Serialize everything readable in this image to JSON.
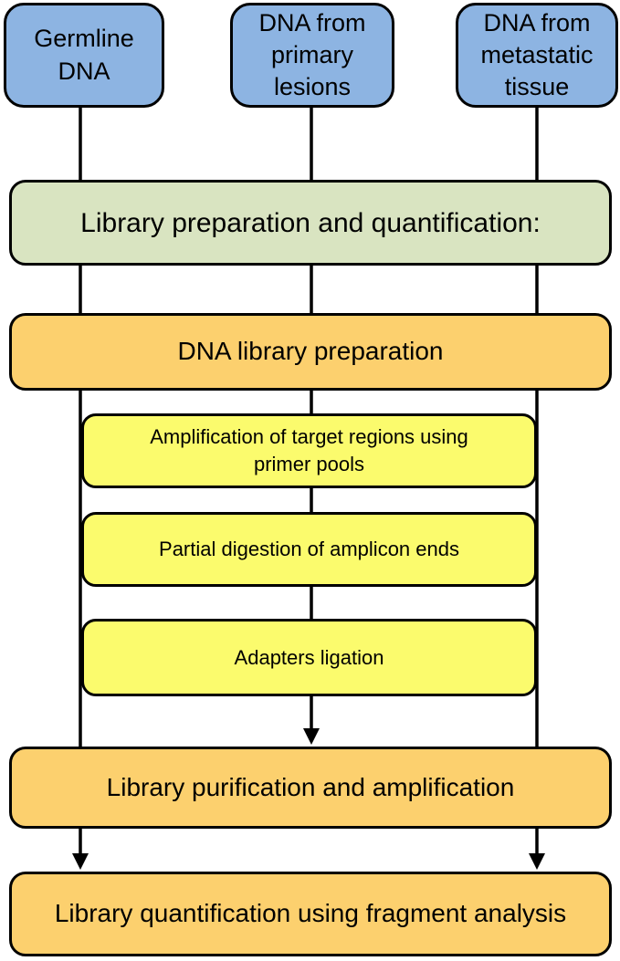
{
  "colors": {
    "input": "#8DB4E2",
    "header": "#D9E4C1",
    "stage": "#FCD06E",
    "substep": "#FBFB6D",
    "border": "#000000",
    "line": "#000000"
  },
  "nodes": {
    "germline": {
      "label": "Germline\nDNA"
    },
    "primary": {
      "label": "DNA from\nprimary\nlesions"
    },
    "metastatic": {
      "label": "DNA from\nmetastatic\ntissue"
    },
    "header": {
      "label": "Library preparation and quantification:"
    },
    "prep": {
      "label": "DNA library preparation"
    },
    "amplify": {
      "label": "Amplification of target regions using\nprimer pools"
    },
    "digest": {
      "label": "Partial digestion of amplicon ends"
    },
    "ligation": {
      "label": "Adapters ligation"
    },
    "purify": {
      "label": "Library purification and amplification"
    },
    "quantify": {
      "label": "Library quantification using fragment analysis"
    }
  }
}
